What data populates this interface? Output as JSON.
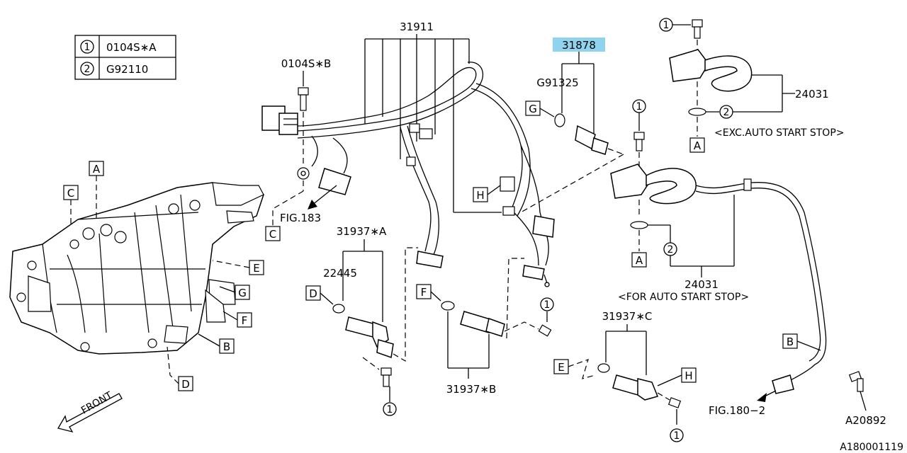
{
  "legend": [
    {
      "num": "1",
      "code": "0104S∗A"
    },
    {
      "num": "2",
      "code": "G92110"
    }
  ],
  "labels": {
    "p31911": "31911",
    "p0104sb": "0104S∗B",
    "p31878": "31878",
    "pG91325": "G91325",
    "p24031_top": "24031",
    "exc": "<EXC.AUTO START STOP>",
    "p24031_bottom": "24031",
    "for": "<FOR AUTO START STOP>",
    "fig183": "FIG.183",
    "p31937a": "31937∗A",
    "p22445": "22445",
    "p31937b": "31937∗B",
    "p31937c": "31937∗C",
    "fig180": "FIG.180−2",
    "pA20892": "A20892",
    "front": "FRONT",
    "ref": "A180001119"
  },
  "letters": {
    "A": "A",
    "B": "B",
    "C": "C",
    "D": "D",
    "E": "E",
    "F": "F",
    "G": "G",
    "H": "H"
  },
  "circled": {
    "one": "1",
    "two": "2"
  },
  "colors": {
    "highlight": "#8fd3ef"
  }
}
